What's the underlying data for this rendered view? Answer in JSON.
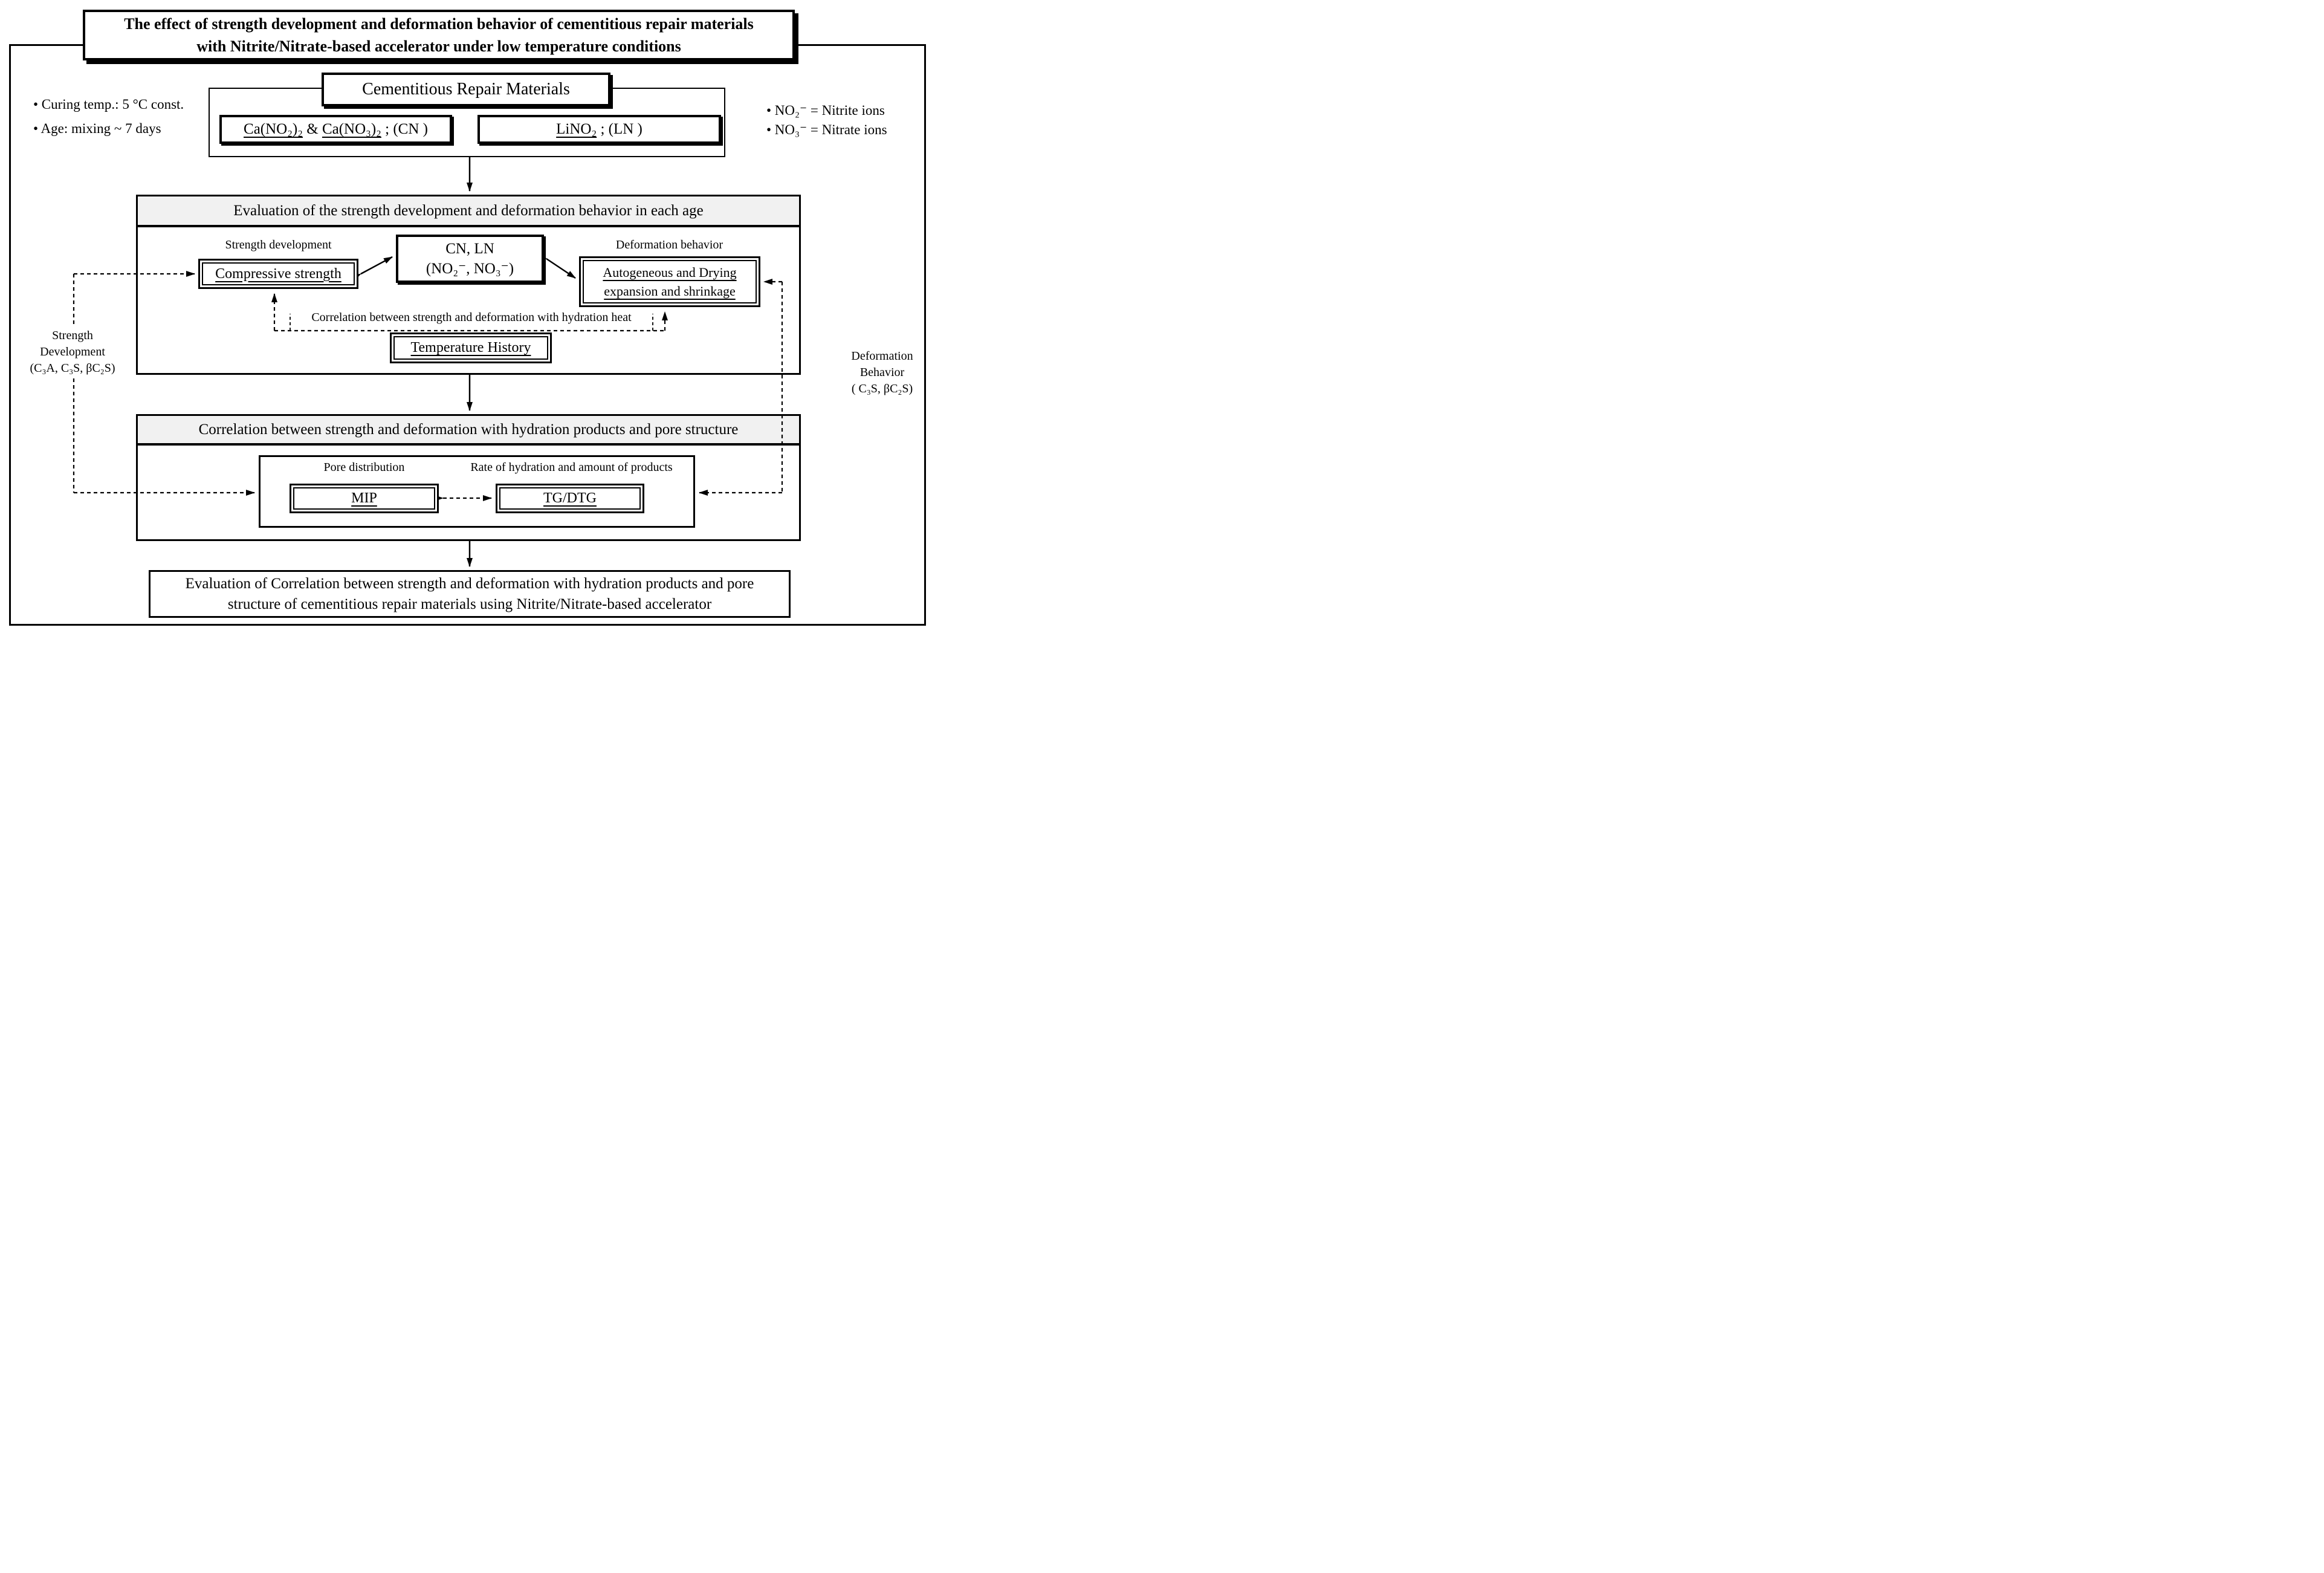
{
  "title": {
    "line1": "The effect of strength development and deformation behavior of cementitious repair materials",
    "line2": "with Nitrite/Nitrate-based accelerator under low temperature conditions"
  },
  "conditions": {
    "curing": "• Curing temp.: 5 °C const.",
    "age": "• Age: mixing ~ 7 days"
  },
  "ion_legend": {
    "nitrite": "• NO₂⁻ = Nitrite ions",
    "nitrate": "• NO₃⁻ = Nitrate ions"
  },
  "materials": {
    "title": "Cementitious Repair Materials",
    "cn": {
      "formula1": "Ca(NO₂)₂",
      "joiner": " & ",
      "formula2": "Ca(NO₃)₂",
      "suffix": " ; (CN )"
    },
    "ln": {
      "formula": "LiNO₂",
      "suffix": " ; (LN )"
    }
  },
  "evaluation": {
    "header": "Evaluation of the strength development and deformation behavior in each age",
    "strength_label": "Strength development",
    "deformation_label": "Deformation behavior",
    "compressive": "Compressive strength",
    "center_box": {
      "line1": "CN, LN",
      "line2": "(NO₂⁻, NO₃⁻)"
    },
    "autogeneous": {
      "line1": "Autogeneous and Drying",
      "line2": "expansion and shrinkage"
    },
    "hydration_note": "Correlation between strength and deformation with hydration heat",
    "temperature": "Temperature History"
  },
  "side_labels": {
    "left": {
      "line1": "Strength",
      "line2": "Development",
      "line3": "(C₃A, C₃S, βC₂S)"
    },
    "right": {
      "line1": "Deformation",
      "line2": "Behavior",
      "line3": "( C₃S, βC₂S)"
    }
  },
  "correlation": {
    "header": "Correlation between strength and deformation with hydration products and pore structure",
    "pore_label": "Pore distribution",
    "rate_label": "Rate of hydration and amount of products",
    "mip": "MIP",
    "tg": "TG/DTG"
  },
  "conclusion": {
    "line1": "Evaluation of Correlation between strength and deformation with hydration products and pore",
    "line2": "structure of cementitious repair materials using Nitrite/Nitrate-based accelerator"
  },
  "colors": {
    "header_bg": "#f1f1f1",
    "ink": "#000000"
  }
}
